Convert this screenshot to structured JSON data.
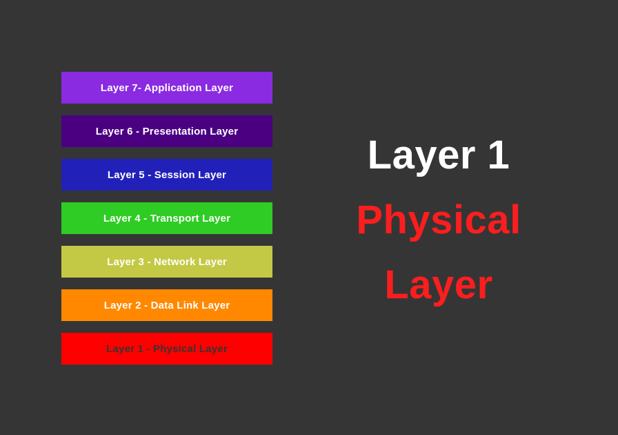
{
  "slide": {
    "background_color": "#353535"
  },
  "layer_stack": {
    "name": "OSI model layer stack",
    "bars": [
      {
        "label": "Layer 7- Application Layer",
        "fill_color": "#8a2be2",
        "text_color": "#ffffff"
      },
      {
        "label": "Layer 6 - Presentation Layer",
        "fill_color": "#4b0082",
        "text_color": "#ffffff"
      },
      {
        "label": "Layer 5 - Session Layer",
        "fill_color": "#2121ba",
        "text_color": "#ffffff"
      },
      {
        "label": "Layer 4 - Transport Layer",
        "fill_color": "#2ecc24",
        "text_color": "#ffffff"
      },
      {
        "label": "Layer 3 - Network Layer",
        "fill_color": "#c3c944",
        "text_color": "#ffffff"
      },
      {
        "label": "Layer 2 - Data Link Layer",
        "fill_color": "#ff8800",
        "text_color": "#ffffff"
      },
      {
        "label": "Layer 1 - Physical Layer",
        "fill_color": "#ff0000",
        "text_color": "#353535"
      }
    ]
  },
  "headline": {
    "line1": "Layer 1",
    "line2": "Physical",
    "line3": "Layer",
    "primary_color": "#ffffff",
    "accent_color": "#fa1e1e"
  }
}
